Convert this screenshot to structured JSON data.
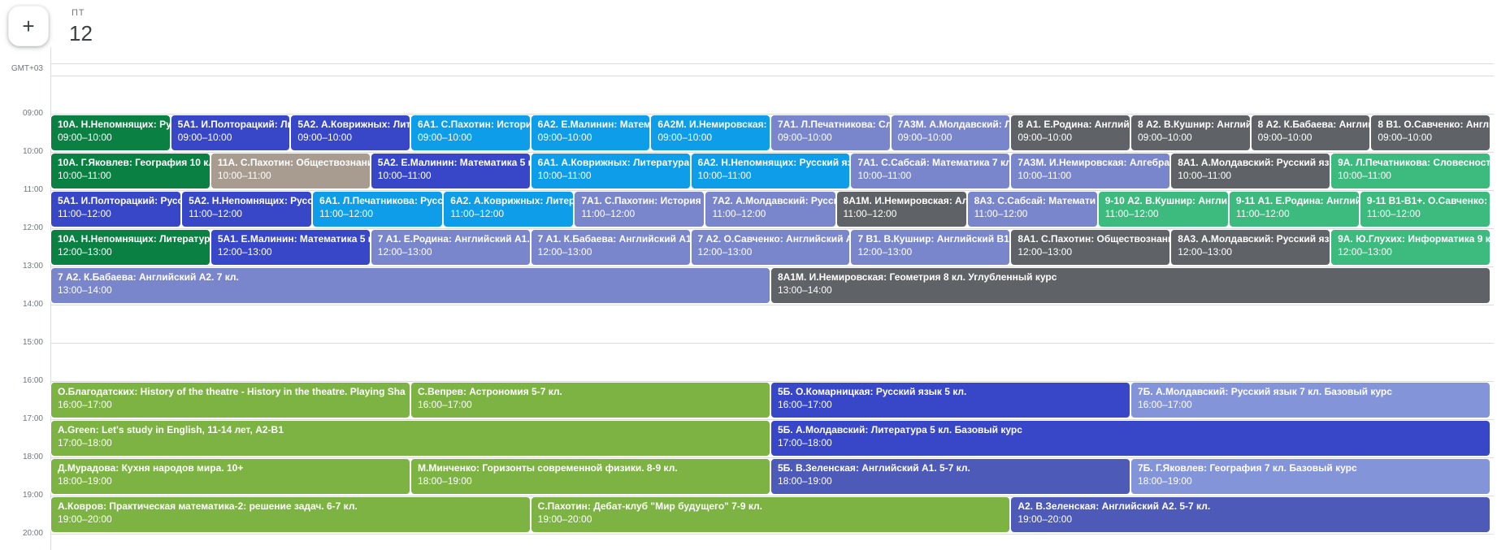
{
  "header": {
    "create_label": "+",
    "weekday": "ПТ",
    "day": "12"
  },
  "timezone": "GMT+03",
  "time_labels": [
    "09:00",
    "10:00",
    "11:00",
    "12:00",
    "13:00",
    "14:00",
    "15:00",
    "16:00",
    "17:00",
    "18:00",
    "19:00",
    "20:00"
  ],
  "colors": {
    "basil": "#0B8043",
    "blueberry": "#3747C7",
    "peacock": "#0E9DE8",
    "lavender": "#7986CB",
    "lavender_light": "#8494D8",
    "graphite": "#5F6368",
    "eucalyptus": "#3DBA7E",
    "birch": "#A89C90",
    "pistachio": "#7CB342",
    "indigo_muted": "#4D5AB8"
  },
  "schedule": {
    "rows": [
      {
        "start": "09:00",
        "events": [
          {
            "title": "10А. Н.Непомнящих: Ру",
            "time": "09:00–10:00",
            "color": "basil"
          },
          {
            "title": "5А1. И.Полторацкий: Ли",
            "time": "09:00–10:00",
            "color": "blueberry"
          },
          {
            "title": "5А2. А.Коврижных: Лите",
            "time": "09:00–10:00",
            "color": "blueberry"
          },
          {
            "title": "6А1. С.Пахотин: Истори",
            "time": "09:00–10:00",
            "color": "peacock"
          },
          {
            "title": "6А2. Е.Малинин: Матем",
            "time": "09:00–10:00",
            "color": "peacock"
          },
          {
            "title": "6А2М. И.Немировская:",
            "time": "09:00–10:00",
            "color": "peacock"
          },
          {
            "title": "7А1. Л.Печатникова: Сл",
            "time": "09:00–10:00",
            "color": "lavender"
          },
          {
            "title": "7А3М. А.Молдавский: Л",
            "time": "09:00–10:00",
            "color": "lavender"
          },
          {
            "title": "8 А1. Е.Родина: Английс",
            "time": "09:00–10:00",
            "color": "graphite"
          },
          {
            "title": "8 А2. В.Кушнир: Англий",
            "time": "09:00–10:00",
            "color": "graphite"
          },
          {
            "title": "8 А2. К.Бабаева: Англий",
            "time": "09:00–10:00",
            "color": "graphite"
          },
          {
            "title": "8 В1. О.Савченко: Англи",
            "time": "09:00–10:00",
            "color": "graphite"
          }
        ]
      },
      {
        "start": "10:00",
        "events": [
          {
            "title": "10А. Г.Яковлев: География 10 кл",
            "time": "10:00–11:00",
            "color": "basil"
          },
          {
            "title": "11А. С.Пахотин: Обществознани",
            "time": "10:00–11:00",
            "color": "birch"
          },
          {
            "title": "5А2. Е.Малинин: Математика 5 к",
            "time": "10:00–11:00",
            "color": "blueberry"
          },
          {
            "title": "6А1. А.Коврижных: Литература",
            "time": "10:00–11:00",
            "color": "peacock"
          },
          {
            "title": "6А2. Н.Непомнящих: Русский яз",
            "time": "10:00–11:00",
            "color": "peacock"
          },
          {
            "title": "7А1. С.Сабсай: Математика 7 кл",
            "time": "10:00–11:00",
            "color": "lavender"
          },
          {
            "title": "7А3М. И.Немировская: Алгебра",
            "time": "10:00–11:00",
            "color": "lavender"
          },
          {
            "title": "8А1. А.Молдавский: Русский язы",
            "time": "10:00–11:00",
            "color": "graphite"
          },
          {
            "title": "9А. Л.Печатникова: Словесност",
            "time": "10:00–11:00",
            "color": "eucalyptus"
          }
        ]
      },
      {
        "start": "11:00",
        "events": [
          {
            "title": "5А1. И.Полторацкий: Русс",
            "time": "11:00–12:00",
            "color": "blueberry"
          },
          {
            "title": "5А2. Н.Непомнящих: Русс",
            "time": "11:00–12:00",
            "color": "blueberry"
          },
          {
            "title": "6А1. Л.Печатникова: Русс",
            "time": "11:00–12:00",
            "color": "peacock"
          },
          {
            "title": "6А2. А.Коврижных: Литер",
            "time": "11:00–12:00",
            "color": "peacock"
          },
          {
            "title": "7А1. С.Пахотин: История 7",
            "time": "11:00–12:00",
            "color": "lavender"
          },
          {
            "title": "7А2. А.Молдавский: Русск",
            "time": "11:00–12:00",
            "color": "lavender"
          },
          {
            "title": "8А1М. И.Немировская: Ал",
            "time": "11:00–12:00",
            "color": "graphite"
          },
          {
            "title": "8А3. С.Сабсай: Математи",
            "time": "11:00–12:00",
            "color": "lavender"
          },
          {
            "title": "9-10 А2. В.Кушнир: Англи",
            "time": "11:00–12:00",
            "color": "eucalyptus"
          },
          {
            "title": "9-11 А1. Е.Родина: Англий",
            "time": "11:00–12:00",
            "color": "eucalyptus"
          },
          {
            "title": "9-11 В1-В1+. О.Савченко: А",
            "time": "11:00–12:00",
            "color": "eucalyptus"
          }
        ]
      },
      {
        "start": "12:00",
        "events": [
          {
            "title": "10А. Н.Непомнящих: Литератур",
            "time": "12:00–13:00",
            "color": "basil"
          },
          {
            "title": "5А1. Е.Малинин: Математика 5 к",
            "time": "12:00–13:00",
            "color": "blueberry"
          },
          {
            "title": "7 А1. Е.Родина: Английский А1. 7",
            "time": "12:00–13:00",
            "color": "lavender"
          },
          {
            "title": "7 А1. К.Бабаева: Английский А1.",
            "time": "12:00–13:00",
            "color": "lavender"
          },
          {
            "title": "7 А2. О.Савченко: Английский А",
            "time": "12:00–13:00",
            "color": "lavender"
          },
          {
            "title": "7 В1. В.Кушнир: Английский В1.",
            "time": "12:00–13:00",
            "color": "lavender"
          },
          {
            "title": "8А1. С.Пахотин: Обществознани",
            "time": "12:00–13:00",
            "color": "graphite"
          },
          {
            "title": "8А3. А.Молдавский: Русский яз",
            "time": "12:00–13:00",
            "color": "graphite"
          },
          {
            "title": "9А. Ю.Глухих: Информатика 9 кл",
            "time": "12:00–13:00",
            "color": "eucalyptus"
          }
        ]
      },
      {
        "start": "13:00",
        "events": [
          {
            "title": "7 А2. К.Бабаева: Английский А2. 7 кл.",
            "time": "13:00–14:00",
            "color": "lavender"
          },
          {
            "title": "8А1М. И.Немировская: Геометрия 8 кл. Углубленный курс",
            "time": "13:00–14:00",
            "color": "graphite"
          }
        ]
      },
      {
        "start": "16:00",
        "events": [
          {
            "title": "О.Благодатских: History of the theatre - History in the theatre. Playing Sha",
            "time": "16:00–17:00",
            "color": "pistachio"
          },
          {
            "title": "С.Вепрев: Астрономия 5-7 кл.",
            "time": "16:00–17:00",
            "color": "pistachio"
          },
          {
            "title": "5Б. О.Комарницкая: Русский язык 5 кл.",
            "time": "16:00–17:00",
            "color": "blueberry"
          },
          {
            "title": "7Б. А.Молдавский: Русский язык 7 кл. Базовый курс",
            "time": "16:00–17:00",
            "color": "lavender_light"
          }
        ]
      },
      {
        "start": "17:00",
        "events": [
          {
            "title": "A.Green: Let's study in English, 11-14 лет, A2-B1",
            "time": "17:00–18:00",
            "color": "pistachio"
          },
          {
            "title": "5Б. А.Молдавский: Литература 5 кл. Базовый курс",
            "time": "17:00–18:00",
            "color": "blueberry"
          }
        ]
      },
      {
        "start": "18:00",
        "events": [
          {
            "title": "Д.Мурадова: Кухня народов мира. 10+",
            "time": "18:00–19:00",
            "color": "pistachio"
          },
          {
            "title": "М.Минченко: Горизонты современной физики. 8-9 кл.",
            "time": "18:00–19:00",
            "color": "pistachio"
          },
          {
            "title": "5Б. В.Зеленская: Английский А1. 5-7 кл.",
            "time": "18:00–19:00",
            "color": "indigo_muted"
          },
          {
            "title": "7Б. Г.Яковлев: География 7 кл. Базовый курс",
            "time": "18:00–19:00",
            "color": "lavender_light"
          }
        ]
      },
      {
        "start": "19:00",
        "events": [
          {
            "title": "А.Ковров: Практическая математика-2: решение задач. 6-7 кл.",
            "time": "19:00–20:00",
            "color": "pistachio"
          },
          {
            "title": "С.Пахотин: Дебат-клуб \"Мир будущего\" 7-9 кл.",
            "time": "19:00–20:00",
            "color": "pistachio"
          },
          {
            "title": "А2. В.Зеленская: Английский А2. 5-7 кл.",
            "time": "19:00–20:00",
            "color": "indigo_muted"
          }
        ]
      }
    ]
  }
}
